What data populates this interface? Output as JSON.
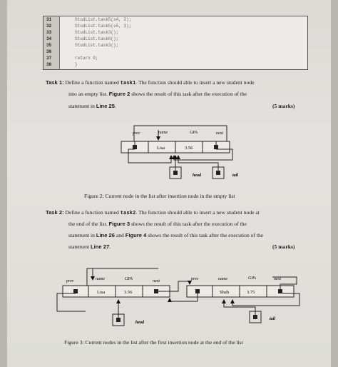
{
  "code": {
    "lines": [
      {
        "num": "31",
        "text": "StudList.task5(s4, 2);"
      },
      {
        "num": "32",
        "text": "StudList.task5(s5, 3);"
      },
      {
        "num": "33",
        "text": "StudList.task3();"
      },
      {
        "num": "34",
        "text": "StudList.task6();"
      },
      {
        "num": "35",
        "text": "StudList.task3();"
      },
      {
        "num": "36",
        "text": ""
      },
      {
        "num": "37",
        "text": "return 0;"
      },
      {
        "num": "38",
        "text": "}"
      }
    ]
  },
  "task1": {
    "label": "Task 1:",
    "line1_a": "Define a function named ",
    "fn": "task1",
    "line1_b": ". The function should able to insert a new student node",
    "line2_a": "into an empty list. ",
    "fig_ref": "Figure 2",
    "line2_b": " shows the result of this task after the execution of the",
    "line3_a": "statement in ",
    "line_ref": "Line 25",
    "line3_b": ".",
    "marks": "(5 marks)"
  },
  "figure2": {
    "headers": {
      "prev": "prev",
      "name": "name",
      "gpa": "GPA",
      "next": "next"
    },
    "node": {
      "name": "Lisa",
      "gpa": "3.56"
    },
    "head_label": "head",
    "tail_label": "tail",
    "caption": "Figure 2: Current node in the list after insertion node in the empty list"
  },
  "task2": {
    "label": "Task 2:",
    "line1_a": "Define a function named ",
    "fn": "task2",
    "line1_b": ". The function should able to insert a new student node at",
    "line2_a": "the end of the list. ",
    "fig_ref": "Figure 3",
    "line2_b": " shows the result of this task after the execution of the",
    "line3_a": "statement in ",
    "line_ref_a": "Line 26",
    "line3_b": " and ",
    "fig_ref2": "Figure 4",
    "line3_c": " shows the result of this task after the execution of the",
    "line4_a": "statement ",
    "line_ref_b": "Line 27",
    "line4_b": ".",
    "marks": "(5 marks)"
  },
  "figure3": {
    "headers": {
      "prev": "prev",
      "name": "name",
      "gpa": "GPA",
      "next": "next"
    },
    "node1": {
      "name": "Lisa",
      "gpa": "3.56"
    },
    "node2": {
      "name": "Shah",
      "gpa": "3.75"
    },
    "head_label": "head",
    "tail_label": "tail",
    "caption": "Figure 3: Current nodes in the list after the first insertion node at the end of the list"
  }
}
